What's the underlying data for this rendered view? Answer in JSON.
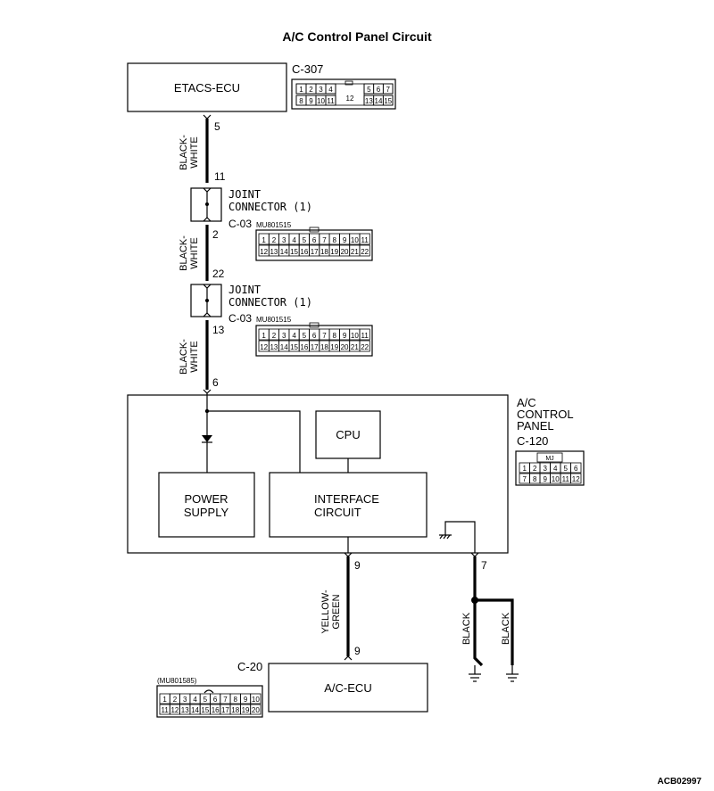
{
  "title": "A/C Control Panel Circuit",
  "figure_id": "ACB02997",
  "components": {
    "etacs": {
      "label": "ETACS-ECU",
      "connector": "C-307"
    },
    "joint1": {
      "line1": "JOINT",
      "line2": "CONNECTOR (1)",
      "connector": "C-03",
      "part": "MU801515"
    },
    "joint2": {
      "line1": "JOINT",
      "line2": "CONNECTOR (1)",
      "connector": "C-03",
      "part": "MU801515"
    },
    "panel": {
      "line1": "A/C",
      "line2": "CONTROL",
      "line3": "PANEL",
      "connector": "C-120",
      "connector_mark": "MJ"
    },
    "cpu": {
      "label": "CPU"
    },
    "power_supply": {
      "line1": "POWER",
      "line2": "SUPPLY"
    },
    "interface": {
      "line1": "INTERFACE",
      "line2": "CIRCUIT"
    },
    "ac_ecu": {
      "label": "A/C-ECU",
      "connector": "C-20",
      "part": "(MU801585)"
    }
  },
  "wires": {
    "w1": {
      "color1": "BLACK-",
      "color2": "WHITE",
      "pin_top": "5",
      "pin_bottom": "11"
    },
    "w2": {
      "color1": "BLACK-",
      "color2": "WHITE",
      "pin_top": "2",
      "pin_bottom": "22"
    },
    "w3": {
      "color1": "BLACK-",
      "color2": "WHITE",
      "pin_top": "13",
      "pin_bottom": "6"
    },
    "w4": {
      "color1": "YELLOW-",
      "color2": "GREEN",
      "pin_top": "9",
      "pin_bottom": "9"
    },
    "w5": {
      "color": "BLACK",
      "pin_top": "7"
    },
    "w6": {
      "color": "BLACK"
    }
  },
  "connector_pins": {
    "c307_row1_left": [
      "1",
      "2",
      "3",
      "4"
    ],
    "c307_center": "12",
    "c307_row1_right": [
      "5",
      "6",
      "7"
    ],
    "c307_row2_left": [
      "8",
      "9",
      "10",
      "11"
    ],
    "c307_row2_right": [
      "13",
      "14",
      "15"
    ],
    "c03_row1": [
      "1",
      "2",
      "3",
      "4",
      "5",
      "6",
      "7",
      "8",
      "9",
      "10",
      "11"
    ],
    "c03_row2": [
      "12",
      "13",
      "14",
      "15",
      "16",
      "17",
      "18",
      "19",
      "20",
      "21",
      "22"
    ],
    "c120_row1": [
      "1",
      "2",
      "3",
      "4",
      "5",
      "6"
    ],
    "c120_row2": [
      "7",
      "8",
      "9",
      "10",
      "11",
      "12"
    ],
    "c20_row1": [
      "1",
      "2",
      "3",
      "4",
      "5",
      "6",
      "7",
      "8",
      "9",
      "10"
    ],
    "c20_row2": [
      "11",
      "12",
      "13",
      "14",
      "15",
      "16",
      "17",
      "18",
      "19",
      "20"
    ]
  }
}
